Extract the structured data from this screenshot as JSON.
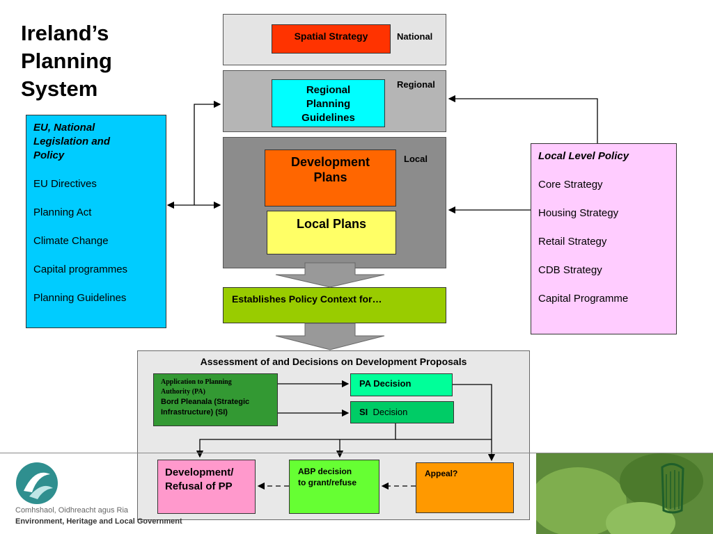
{
  "title": {
    "line1": "Ireland’s",
    "line2": "Planning",
    "line3": "System"
  },
  "levels": {
    "national": "National",
    "regional": "Regional",
    "local": "Local"
  },
  "boxes": {
    "spatial_strategy": "Spatial Strategy",
    "regional_guidelines": [
      "Regional",
      "Planning",
      "Guidelines"
    ],
    "development_plans": [
      "Development",
      "Plans"
    ],
    "local_plans": "Local Plans",
    "establishes": "Establishes Policy Context for…"
  },
  "eu_panel": {
    "heading": [
      "EU, National",
      "Legislation and",
      "Policy"
    ],
    "items": [
      "EU Directives",
      "Planning Act",
      "Climate Change",
      "Capital programmes",
      "Planning Guidelines"
    ]
  },
  "local_policy_panel": {
    "heading": "Local Level Policy",
    "items": [
      "Core Strategy",
      "Housing Strategy",
      "Retail Strategy",
      "CDB Strategy",
      "Capital Programme"
    ]
  },
  "assessment": {
    "title": "Assessment of and Decisions on Development Proposals",
    "application": {
      "line1": "Application to Planning",
      "line2": "Authority (PA)",
      "line3": "Bord Pleanala (Strategic",
      "line4": "Infrastructure) (SI)"
    },
    "pa_decision": "PA Decision",
    "si_decision": {
      "abbr": "SI",
      "text": "Decision"
    },
    "development_refusal": [
      "Development/",
      "Refusal of PP"
    ],
    "abp_decision": [
      "ABP decision",
      "to grant/refuse"
    ],
    "appeal": "Appeal?"
  },
  "footer": {
    "logo_line1": "Comhshaol, Oidhreacht agus Ria",
    "logo_line2": "Environment, Heritage and Local Government"
  },
  "colors": {
    "spatial": "#ff3300",
    "regional_box": "#00ffff",
    "development": "#ff6600",
    "local_plans": "#ffff66",
    "eu_panel": "#00ccff",
    "local_policy": "#ffccff",
    "establishes": "#99cc00",
    "application": "#339933",
    "pa": "#00ff99",
    "si": "#00cc66",
    "dev_refusal": "#ff99cc",
    "abp": "#66ff33",
    "appeal": "#ff9900"
  }
}
